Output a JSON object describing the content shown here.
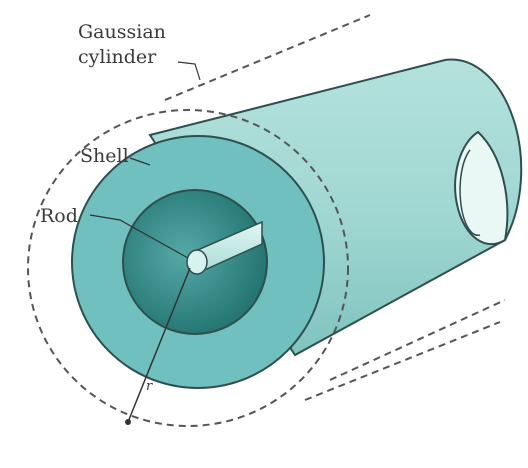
{
  "labels": {
    "gaussian_line1": "Gaussian",
    "gaussian_line2": "cylinder",
    "shell": "Shell",
    "rod": "Rod",
    "radius": "r"
  },
  "colors": {
    "shell_face": "#6fc0bf",
    "shell_body": "#a6dbd7",
    "shell_body_shade": "#88cac6",
    "inner_bore": "#2d8e8b",
    "inner_bore_dark": "#1e6f6c",
    "rod": "#c6ebe6",
    "outline": "#2f4f4e",
    "dashed": "#555555"
  }
}
